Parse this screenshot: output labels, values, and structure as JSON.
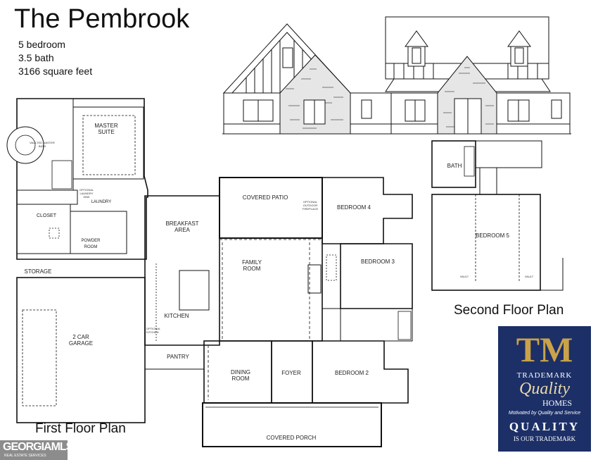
{
  "header": {
    "title": "The Pembrook",
    "bedrooms": "5 bedroom",
    "baths": "3.5 bath",
    "area": "3166 square feet"
  },
  "labels": {
    "first_floor": "First Floor Plan",
    "second_floor": "Second Floor Plan"
  },
  "rooms": {
    "master_suite": "MASTER SUITE",
    "vaulted_bath": "VAULTED MASTER BATH",
    "closet": "CLOSET",
    "laundry": "LAUNDRY",
    "optional_laundry_sink": "OPTIONAL LAUNDRY SINK",
    "powder_room": "POWDER ROOM",
    "storage": "STORAGE",
    "garage": "2 CAR GARAGE",
    "breakfast_area": "BREAKFAST AREA",
    "kitchen": "KITCHEN",
    "optional_kitchen": "OPTIONAL KITCHEN",
    "pantry": "PANTRY",
    "covered_patio": "COVERED PATIO",
    "optional_fireplace": "OPTIONAL OUTDOOR FIREPLACE",
    "family_room": "FAMILY ROOM",
    "dining_room": "DINING ROOM",
    "foyer": "FOYER",
    "covered_porch": "COVERED PORCH",
    "bedroom_2": "BEDROOM 2",
    "bedroom_3": "BEDROOM 3",
    "bedroom_4": "BEDROOM 4",
    "bath_upper": "BATH",
    "bedroom_5": "BEDROOM 5",
    "vault_left": "VAULT",
    "vault_right": "VAULT"
  },
  "logo": {
    "initials": "TM",
    "trademark": "TRADEMARK",
    "quality": "Quality",
    "homes": "HOMES",
    "motto": "Motivated by Quality and Service",
    "quality_caps": "QUALITY",
    "tagline": "IS OUR TRADEMARK",
    "colors": {
      "background": "#1c2f66",
      "gold": "#c9a24a"
    }
  },
  "watermark": {
    "name": "GEORGIAMLS",
    "sub": "REAL ESTATE SERVICES"
  }
}
